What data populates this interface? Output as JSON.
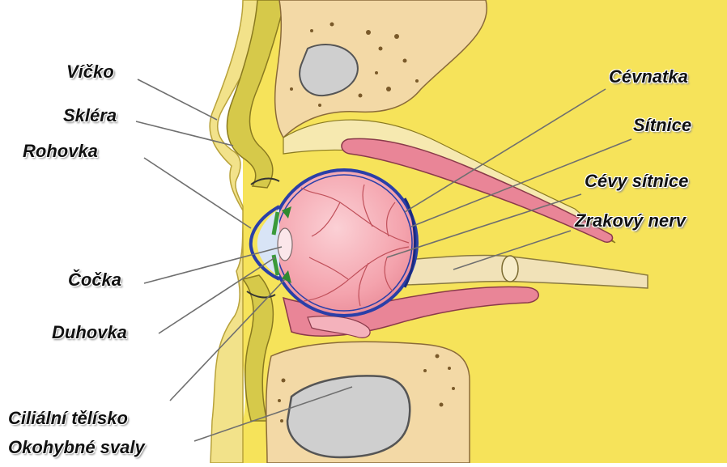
{
  "diagram": {
    "labels": {
      "vicko": "Víčko",
      "sklera": "Skléra",
      "rohovka": "Rohovka",
      "cocka": "Čočka",
      "duhovka": "Duhovka",
      "ciliarni_telisko": "Ciliální tělísko",
      "okohybne_svaly": "Okohybné svaly",
      "cevnatka": "Cévnatka",
      "sitnice": "Sítnice",
      "cevy_sitnice": "Cévy sítnice",
      "zrakovy_nerv": "Zrakový nerv"
    },
    "colors": {
      "background": "#f6e35a",
      "skin": "#f2e28a",
      "bone": "#f3d9a6",
      "bone_cavity": "#cfcfcf",
      "eyeball": "#f4a3ad",
      "sclera_outline": "#2a3fa8",
      "muscle": "#e98597",
      "iris": "#3a9a3a",
      "nerve": "#f1e2b8",
      "leader_line": "#6f6f6f"
    }
  }
}
